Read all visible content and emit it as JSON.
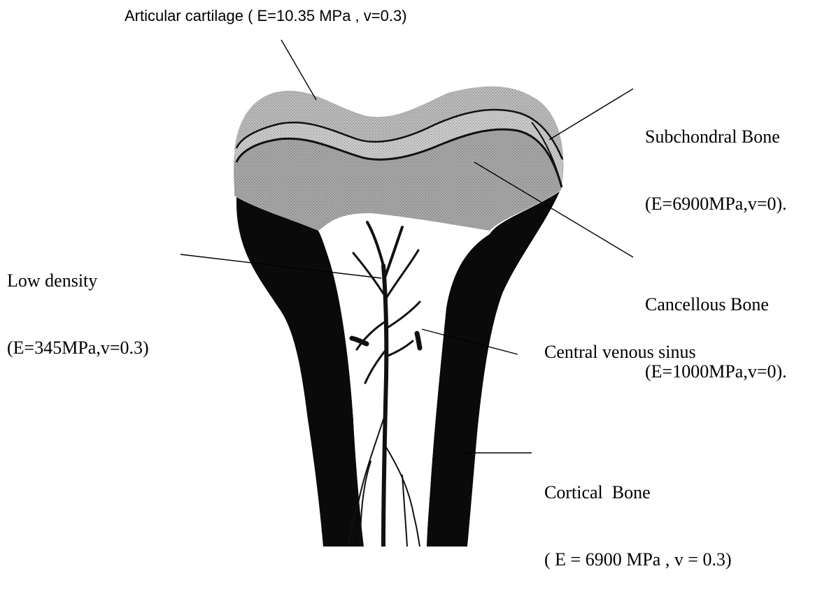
{
  "labels": {
    "articular_cartilage": "Articular cartilage ( E=10.35 MPa , v=0.3)",
    "subchondral_bone": {
      "name": "Subchondral Bone",
      "props": "(E=6900MPa,v=0)."
    },
    "low_density": {
      "name": "Low density",
      "props": "(E=345MPa,v=0.3)"
    },
    "cancellous_bone": {
      "name": "Cancellous Bone",
      "props": "(E=1000MPa,v=0)."
    },
    "central_venous_sinus": "Central venous sinus",
    "cortical_bone": {
      "name": "Cortical  Bone",
      "props": "( E = 6900 MPa , v = 0.3)"
    }
  },
  "colors": {
    "cortical": "#0a0a0a",
    "cartilage": "#b9b9b9",
    "subchondral": "#c9c9c9",
    "cancellous": "#a6a6a6",
    "marrow": "#ffffff",
    "vessels": "#111111",
    "leader_lines": "#000000"
  }
}
